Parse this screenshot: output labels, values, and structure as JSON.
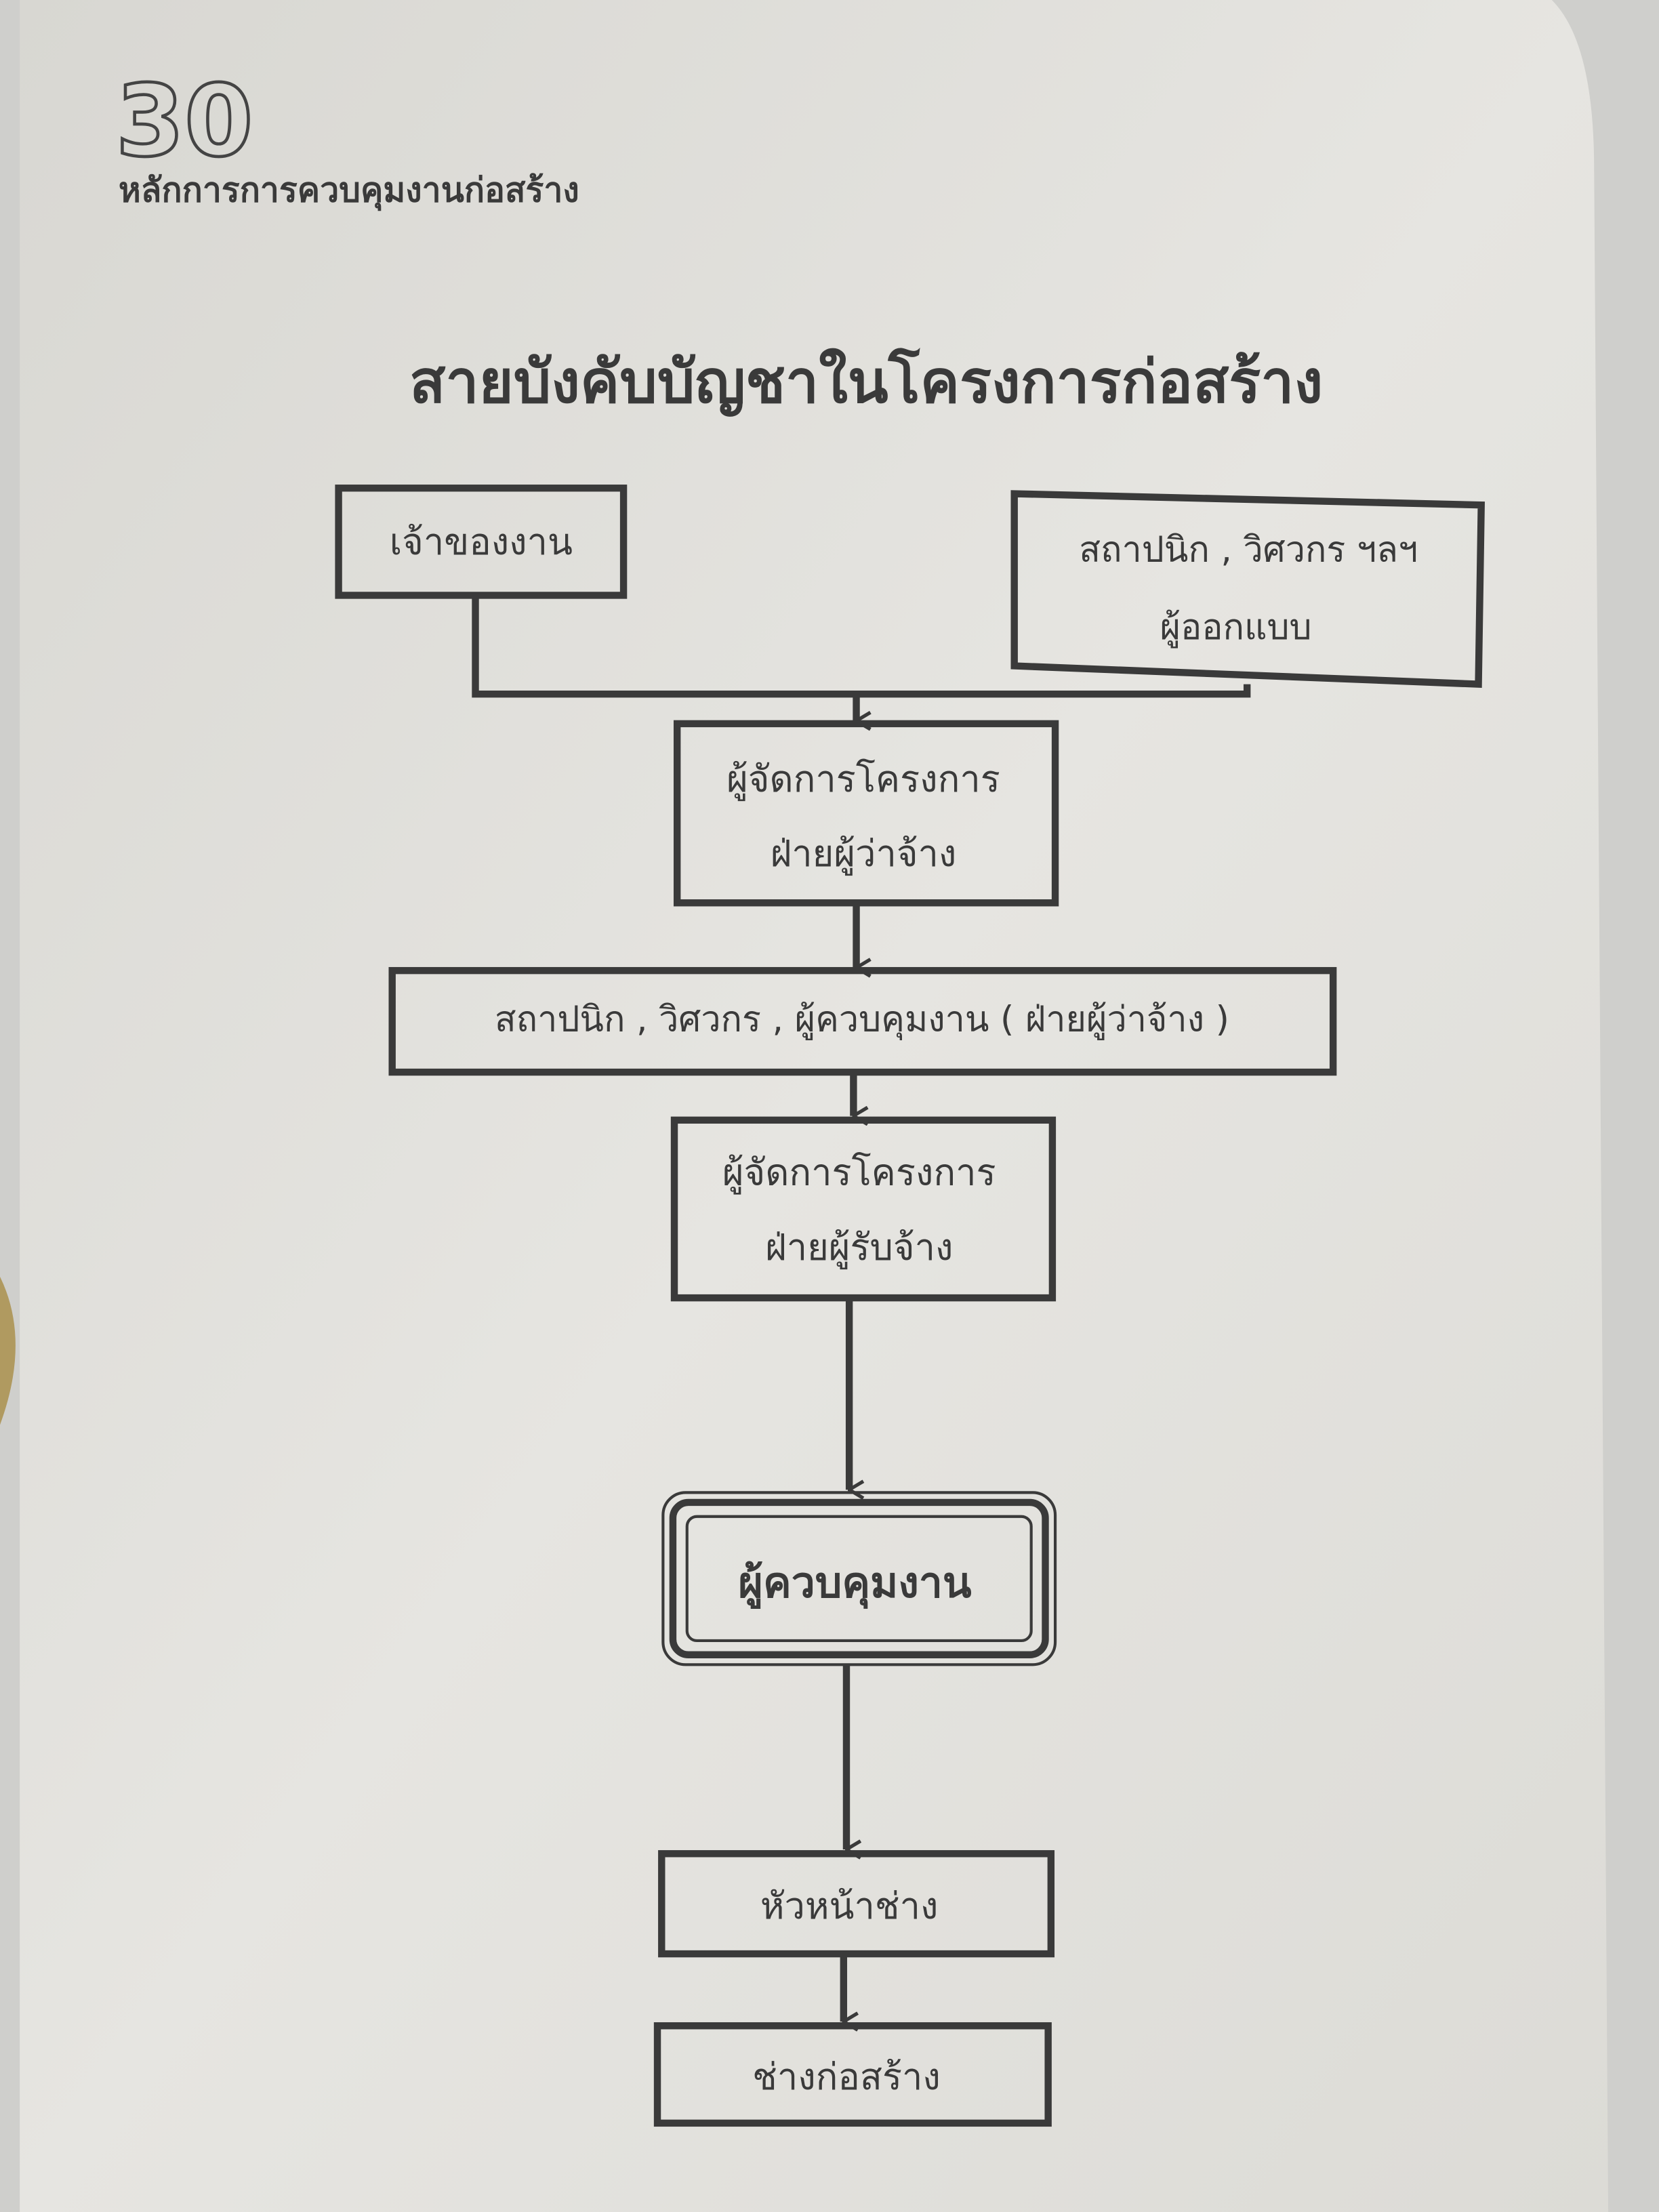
{
  "page_number": "30",
  "running_header": "หลักการการควบคุมงานก่อสร้าง",
  "title": "สายบังคับบัญชาในโครงการก่อสร้าง",
  "colors": {
    "paper": "#e4e3df",
    "ink": "#3a3a3a"
  },
  "org_chart": {
    "owner": "เจ้าของงาน",
    "designer_line1": "สถาปนิก , วิศวกร ฯลฯ",
    "designer_line2": "ผู้ออกแบบ",
    "client_pm_line1": "ผู้จัดการโครงการ",
    "client_pm_line2": "ฝ่ายผู้ว่าจ้าง",
    "client_team": "สถาปนิก , วิศวกร , ผู้ควบคุมงาน ( ฝ่ายผู้ว่าจ้าง )",
    "contractor_pm_line1": "ผู้จัดการโครงการ",
    "contractor_pm_line2": "ฝ่ายผู้รับจ้าง",
    "supervisor": "ผู้ควบคุมงาน",
    "foreman": "หัวหน้าช่าง",
    "builder": "ช่างก่อสร้าง"
  }
}
